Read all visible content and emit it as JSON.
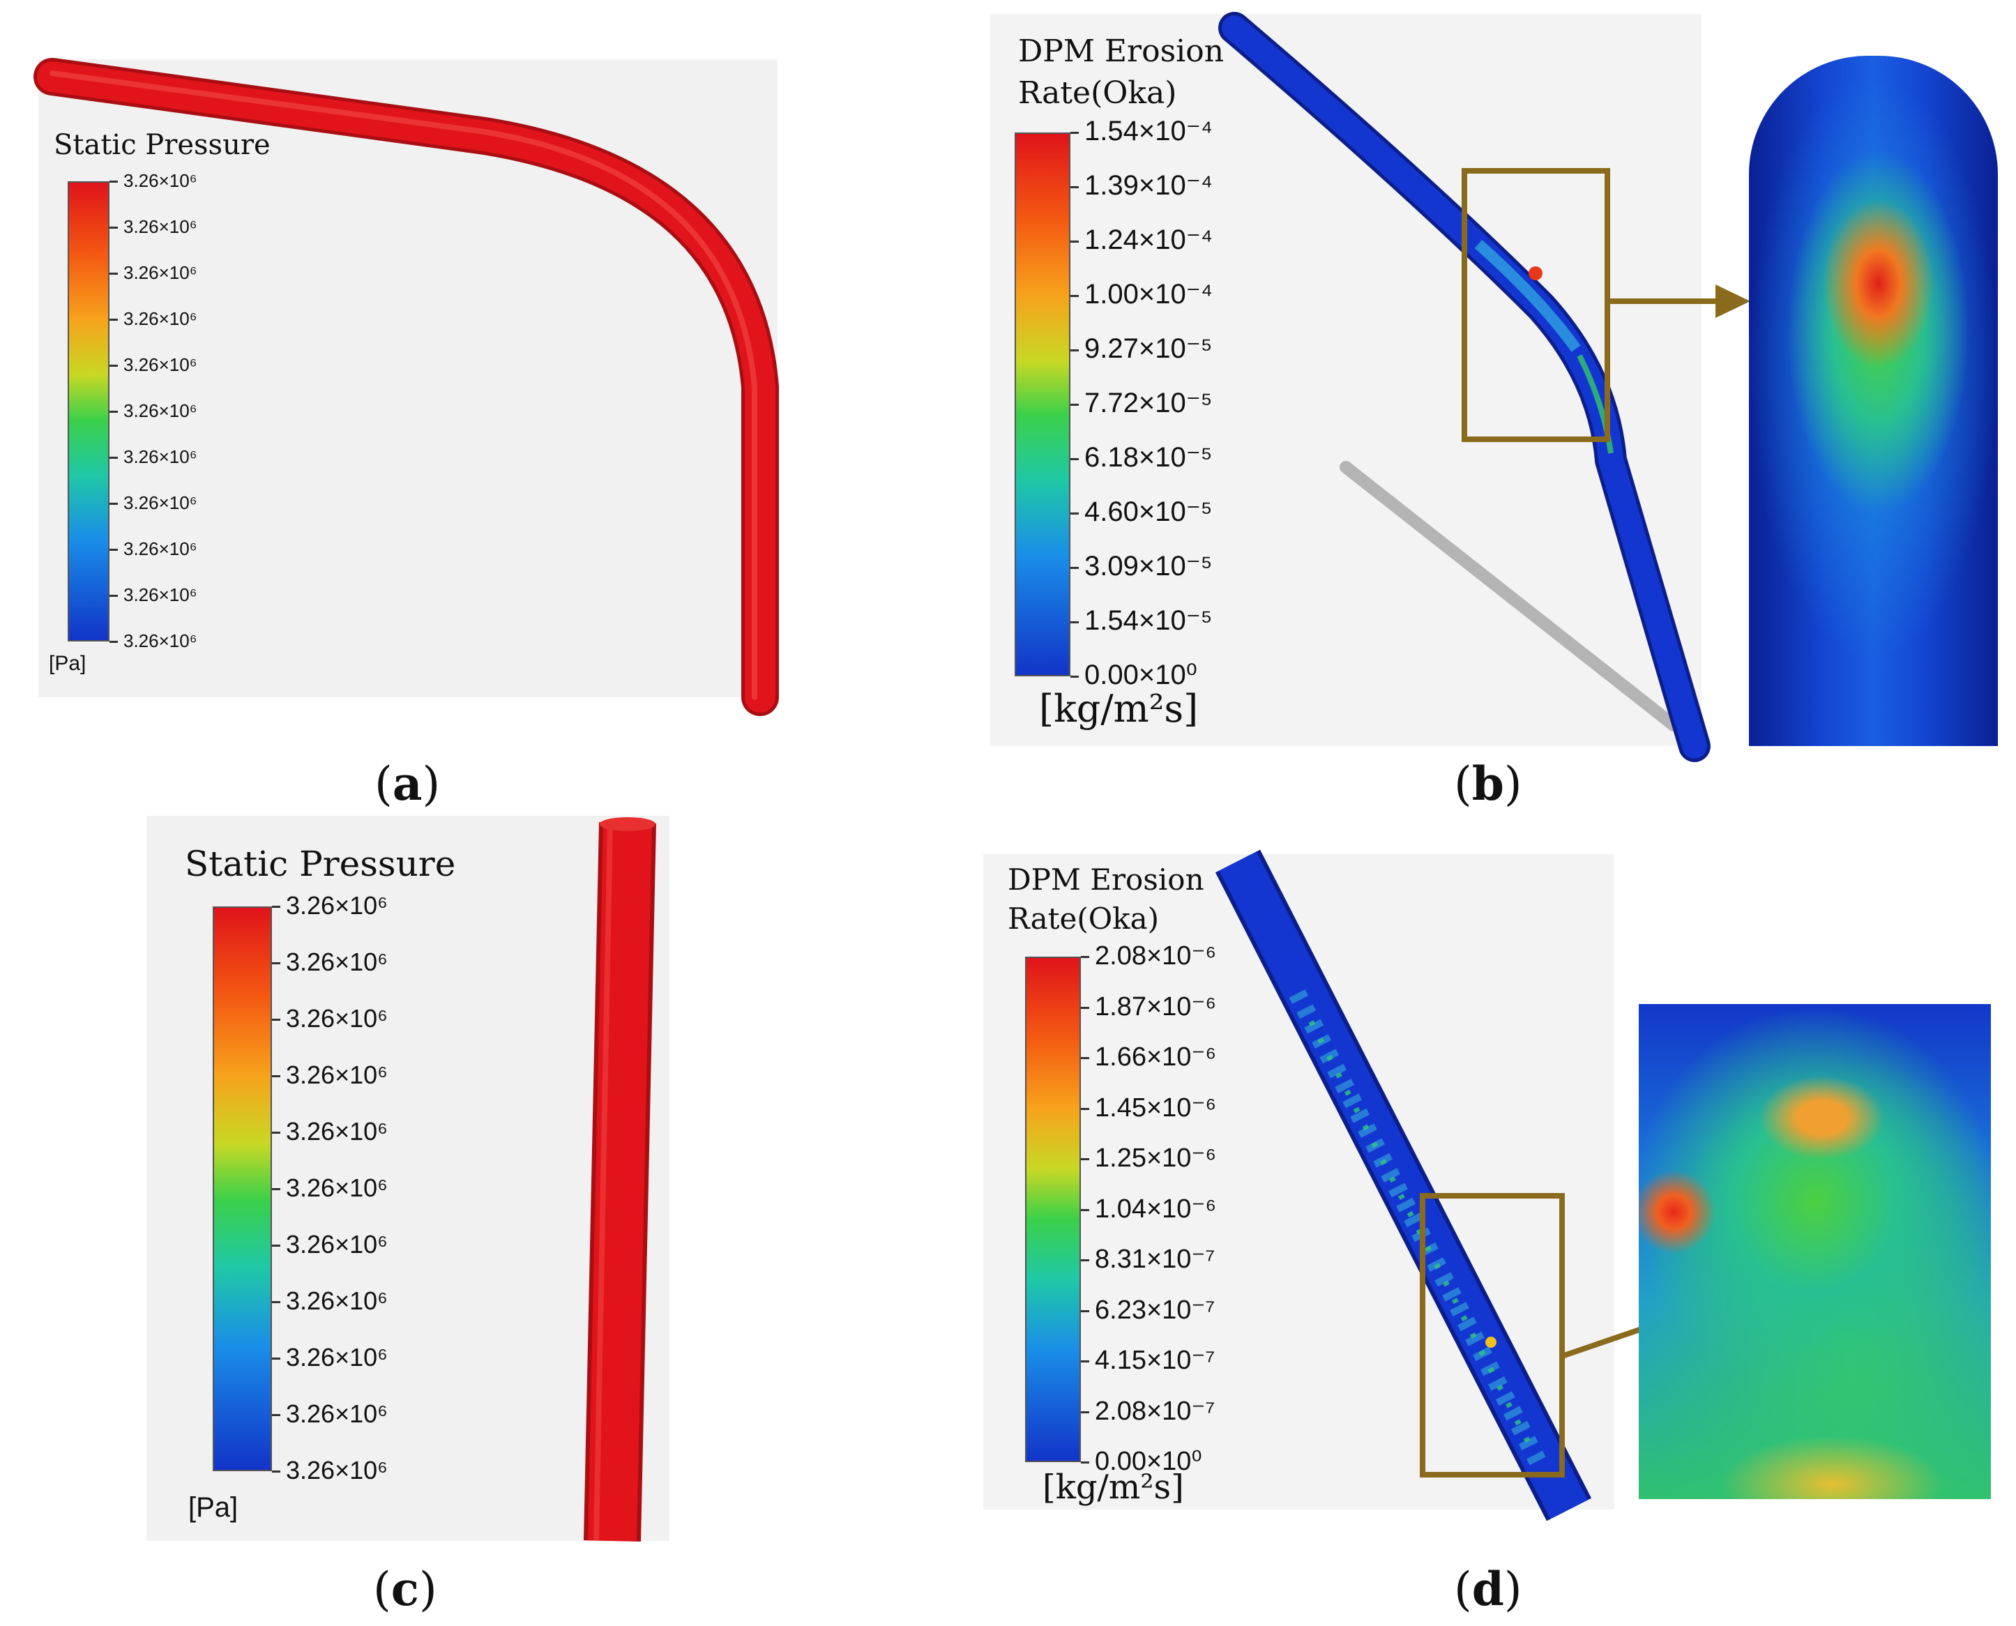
{
  "panel_a": {
    "title": "Static Pressure",
    "unit": "[Pa]",
    "ticks": [
      "3.26×10⁶",
      "3.26×10⁶",
      "3.26×10⁶",
      "3.26×10⁶",
      "3.26×10⁶",
      "3.26×10⁶",
      "3.26×10⁶",
      "3.26×10⁶",
      "3.26×10⁶",
      "3.26×10⁶",
      "3.26×10⁶"
    ],
    "caption": "a"
  },
  "panel_b": {
    "title_line1": "DPM Erosion",
    "title_line2": "Rate(Oka)",
    "unit": "[kg/m²s]",
    "ticks": [
      "1.54×10⁻⁴",
      "1.39×10⁻⁴",
      "1.24×10⁻⁴",
      "1.00×10⁻⁴",
      "9.27×10⁻⁵",
      "7.72×10⁻⁵",
      "6.18×10⁻⁵",
      "4.60×10⁻⁵",
      "3.09×10⁻⁵",
      "1.54×10⁻⁵",
      "0.00×10⁰"
    ],
    "caption": "b"
  },
  "panel_c": {
    "title": "Static Pressure",
    "unit": "[Pa]",
    "ticks": [
      "3.26×10⁶",
      "3.26×10⁶",
      "3.26×10⁶",
      "3.26×10⁶",
      "3.26×10⁶",
      "3.26×10⁶",
      "3.26×10⁶",
      "3.26×10⁶",
      "3.26×10⁶",
      "3.26×10⁶",
      "3.26×10⁶"
    ],
    "caption": "c"
  },
  "panel_d": {
    "title_line1": "DPM Erosion",
    "title_line2": "Rate(Oka)",
    "unit": "[kg/m²s]",
    "ticks": [
      "2.08×10⁻⁶",
      "1.87×10⁻⁶",
      "1.66×10⁻⁶",
      "1.45×10⁻⁶",
      "1.25×10⁻⁶",
      "1.04×10⁻⁶",
      "8.31×10⁻⁷",
      "6.23×10⁻⁷",
      "4.15×10⁻⁷",
      "2.08×10⁻⁷",
      "0.00×10⁰"
    ],
    "caption": "d"
  },
  "colors": {
    "pipe_red": "#e0141a",
    "erosion_blue": "#1232c4",
    "highlight_box": "#8a6a1c"
  }
}
